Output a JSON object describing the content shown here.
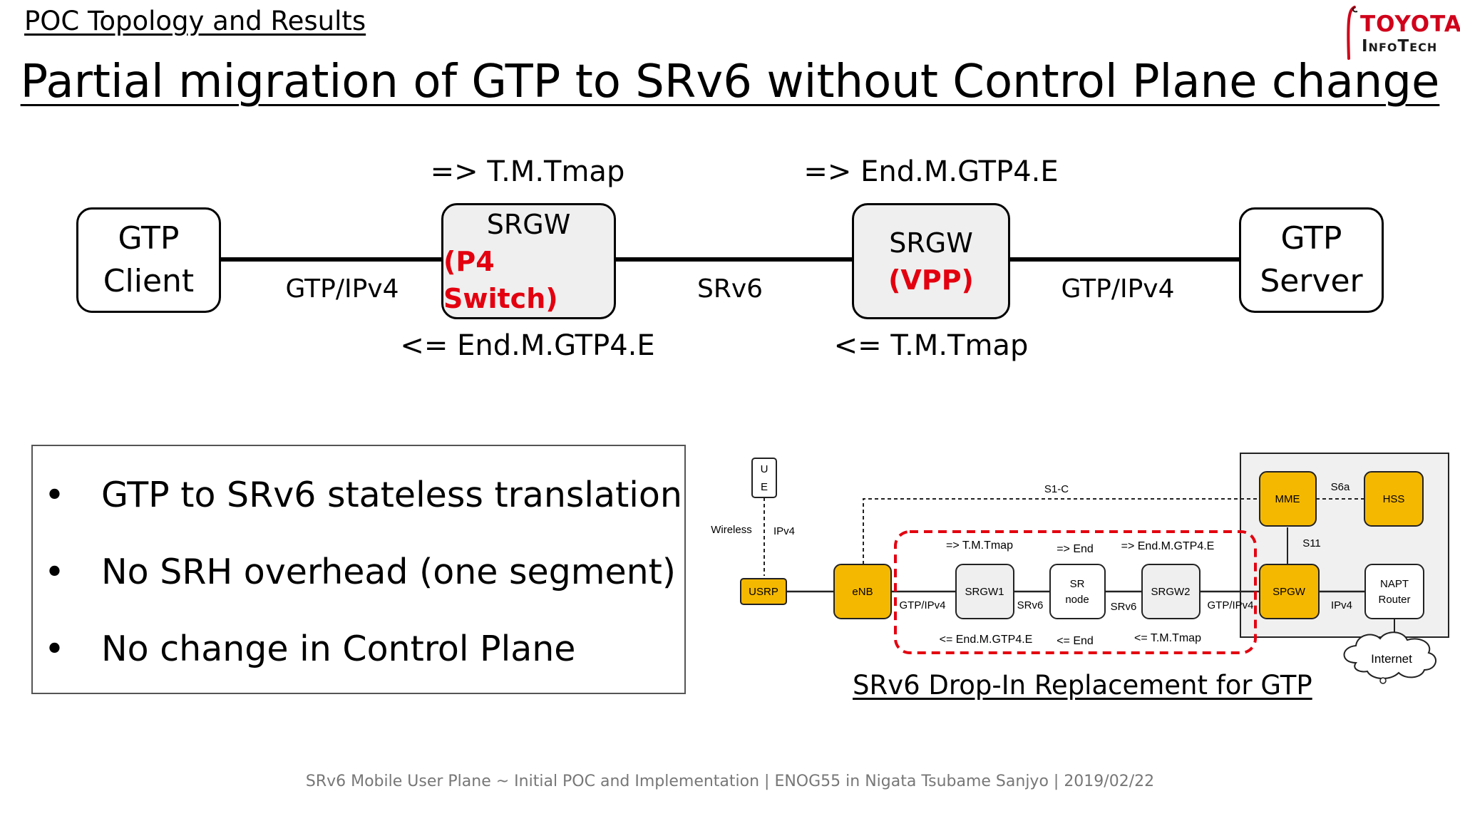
{
  "section_title": "POC Topology and Results",
  "logo": {
    "line1": "TOYOTA",
    "line2": "InfoTech",
    "brand_color": "#d0021b"
  },
  "main_title": "Partial migration of GTP to SRv6 without Control Plane change",
  "topology": {
    "gtp_client": {
      "line1": "GTP",
      "line2": "Client"
    },
    "srgw_p4": {
      "line1": "SRGW",
      "line2": "(P4 Switch)"
    },
    "srgw_vpp": {
      "line1": "SRGW",
      "line2": "(VPP)"
    },
    "gtp_server": {
      "line1": "GTP",
      "line2": "Server"
    },
    "link_left": "GTP/IPv4",
    "link_mid": "SRv6",
    "link_right": "GTP/IPv4",
    "p4_top": "=> T.M.Tmap",
    "p4_bottom": "<= End.M.GTP4.E",
    "vpp_top": "=> End.M.GTP4.E",
    "vpp_bottom": "<= T.M.Tmap",
    "accent_red": "#e3000f"
  },
  "bullets": [
    "GTP to SRv6 stateless translation",
    "No SRH overhead (one segment)",
    "No change in Control Plane"
  ],
  "detail_diagram": {
    "ue_line1": "U",
    "ue_line2": "E",
    "usrp": "USRP",
    "enb": "eNB",
    "srgw1": "SRGW1",
    "sr_node_line1": "SR",
    "sr_node_line2": "node",
    "srgw2": "SRGW2",
    "spgw": "SPGW",
    "mme": "MME",
    "hss": "HSS",
    "napt_line1": "NAPT",
    "napt_line2": "Router",
    "internet": "Internet",
    "wireless": "Wireless",
    "ipv4_ue": "IPv4",
    "s1c": "S1-C",
    "s6a": "S6a",
    "s11": "S11",
    "gtp_ipv4_left": "GTP/IPv4",
    "srv6_a": "SRv6",
    "srv6_b": "SRv6",
    "gtp_ipv4_right": "GTP/IPv4",
    "ipv4_napt": "IPv4",
    "top_tmap": "=> T.M.Tmap",
    "top_end": "=> End",
    "top_endm": "=> End.M.GTP4.E",
    "bot_endm": "<= End.M.GTP4.E",
    "bot_end": "<= End",
    "bot_tmap": "<= T.M.Tmap",
    "node_yellow": "#f5b800",
    "dashed_red": "#e3000f"
  },
  "sub_caption": "SRv6 Drop-In Replacement for GTP",
  "footer": "SRv6 Mobile User Plane ~ Initial POC and Implementation | ENOG55 in Nigata Tsubame Sanjyo | 2019/02/22"
}
